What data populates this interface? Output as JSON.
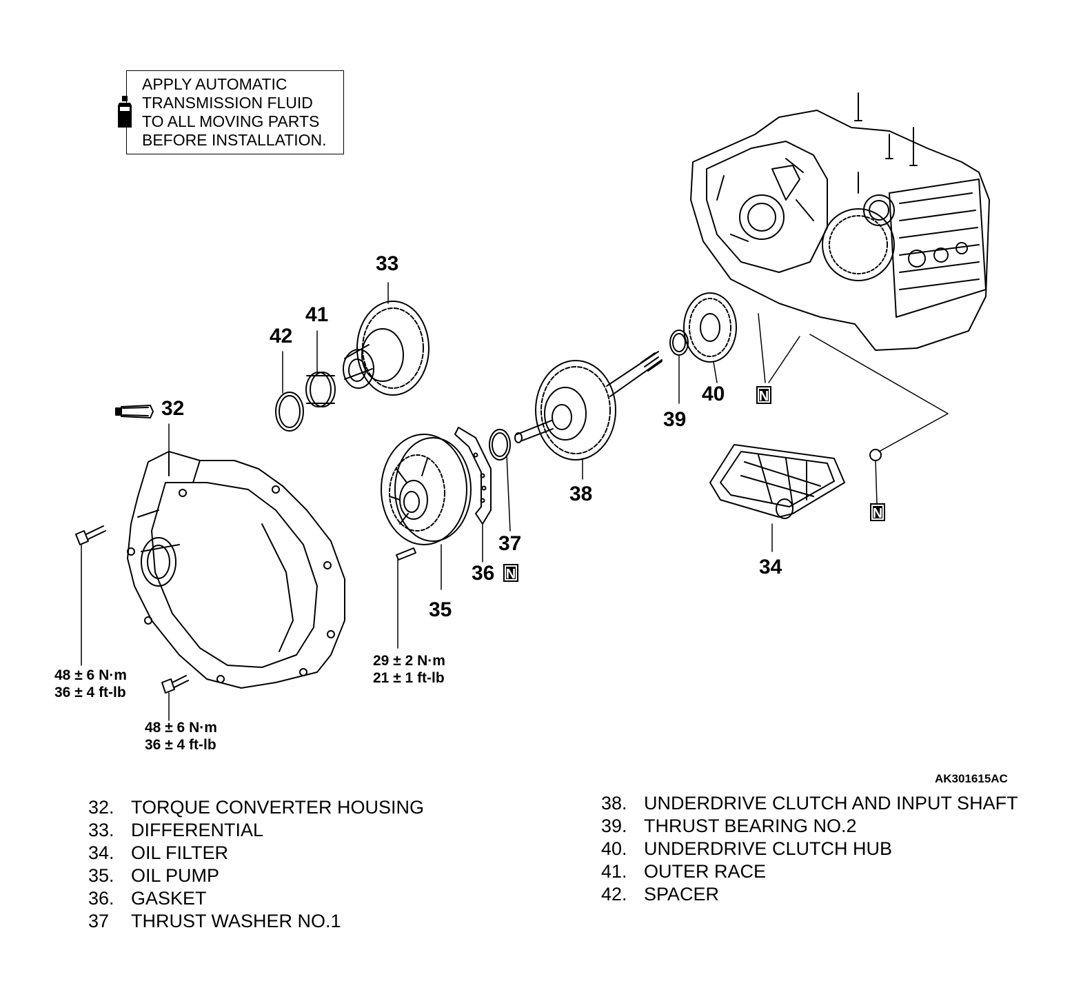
{
  "note": {
    "lines": [
      "APPLY AUTOMATIC",
      "TRANSMISSION FLUID",
      "TO ALL MOVING PARTS",
      "BEFORE INSTALLATION."
    ],
    "icon": "fluid-bottle-icon"
  },
  "callouts": {
    "c32": "32",
    "c33": "33",
    "c34": "34",
    "c35": "35",
    "c36": "36",
    "c37": "37",
    "c38": "38",
    "c39": "39",
    "c40": "40",
    "c41": "41",
    "c42": "42"
  },
  "badges": {
    "n_label": "N"
  },
  "torques": {
    "housing_left": [
      "48 ± 6 N·m",
      "36 ± 4 ft-lb"
    ],
    "housing_bottom": [
      "48 ± 6 N·m",
      "36 ± 4 ft-lb"
    ],
    "pump": [
      "29 ± 2 N·m",
      "21 ± 1 ft-lb"
    ]
  },
  "figure_code": "AK301615AC",
  "legend": {
    "left": [
      {
        "num": "32.",
        "text": "TORQUE CONVERTER HOUSING"
      },
      {
        "num": "33.",
        "text": "DIFFERENTIAL"
      },
      {
        "num": "34.",
        "text": "OIL FILTER"
      },
      {
        "num": "35.",
        "text": "OIL PUMP"
      },
      {
        "num": "36.",
        "text": "GASKET"
      },
      {
        "num": "37",
        "text": "THRUST WASHER NO.1"
      }
    ],
    "right": [
      {
        "num": "38.",
        "text": "UNDERDRIVE CLUTCH AND INPUT SHAFT"
      },
      {
        "num": "39.",
        "text": "THRUST BEARING NO.2"
      },
      {
        "num": "40.",
        "text": "UNDERDRIVE CLUTCH HUB"
      },
      {
        "num": "41.",
        "text": "OUTER RACE"
      },
      {
        "num": "42.",
        "text": "SPACER"
      }
    ]
  }
}
